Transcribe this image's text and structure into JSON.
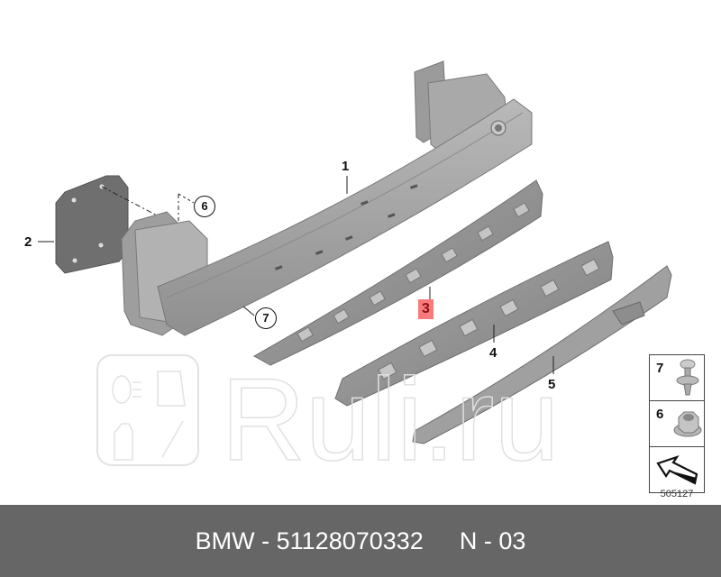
{
  "diagram": {
    "callouts": [
      {
        "id": "1",
        "label": "1"
      },
      {
        "id": "2",
        "label": "2"
      },
      {
        "id": "3",
        "label": "3",
        "highlighted": true
      },
      {
        "id": "4",
        "label": "4"
      },
      {
        "id": "5",
        "label": "5"
      },
      {
        "id": "6",
        "label": "6",
        "circled": true
      },
      {
        "id": "7",
        "label": "7",
        "circled": true
      }
    ],
    "legend": [
      {
        "number": "7",
        "icon": "push-rivet-icon"
      },
      {
        "number": "6",
        "icon": "hex-flange-nut-icon"
      },
      {
        "number": "",
        "icon": "direction-arrow-icon"
      }
    ],
    "diagram_code": "505127",
    "highlight_color": "#f87a7a",
    "watermark": "Ruli.ru"
  },
  "footer": {
    "brand": "BMW",
    "separator": "-",
    "part_number": "51128070332",
    "position": "N - 03",
    "background": "#666666"
  }
}
